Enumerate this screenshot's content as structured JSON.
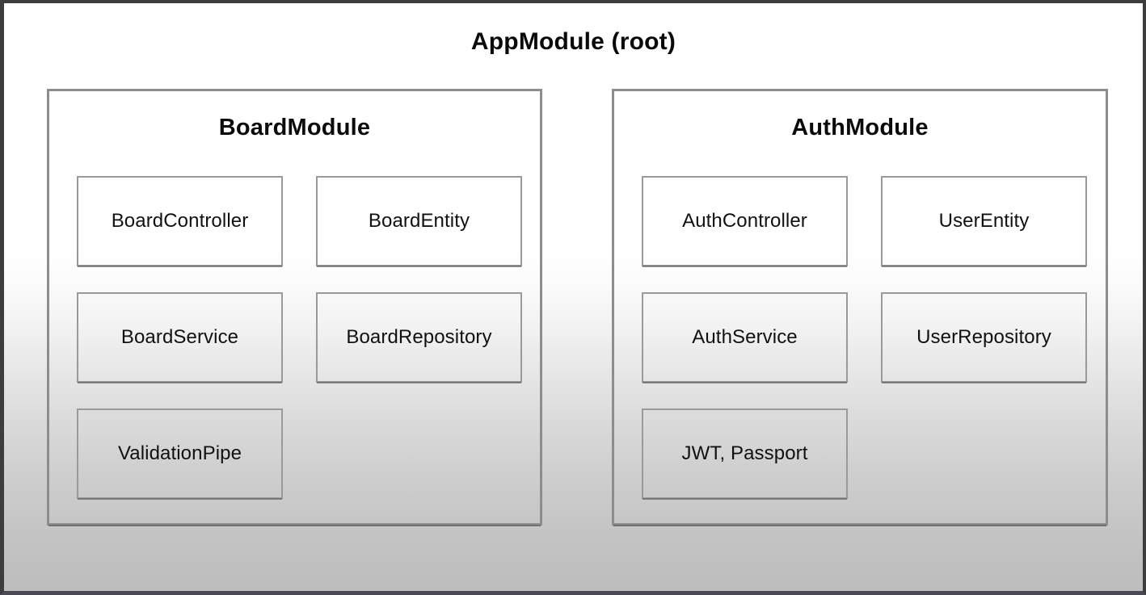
{
  "diagram": {
    "root_title": "AppModule (root)",
    "modules": [
      {
        "id": "board",
        "title": "BoardModule",
        "components": [
          {
            "label": "BoardController",
            "col": 1,
            "row": 1
          },
          {
            "label": "BoardEntity",
            "col": 2,
            "row": 1
          },
          {
            "label": "BoardService",
            "col": 1,
            "row": 2
          },
          {
            "label": "BoardRepository",
            "col": 2,
            "row": 2
          },
          {
            "label": "ValidationPipe",
            "col": 1,
            "row": 3
          }
        ]
      },
      {
        "id": "auth",
        "title": "AuthModule",
        "components": [
          {
            "label": "AuthController",
            "col": 1,
            "row": 1
          },
          {
            "label": "UserEntity",
            "col": 2,
            "row": 1
          },
          {
            "label": "AuthService",
            "col": 1,
            "row": 2
          },
          {
            "label": "UserRepository",
            "col": 2,
            "row": 2
          },
          {
            "label": "JWT, Passport",
            "col": 1,
            "row": 3
          }
        ]
      }
    ],
    "colors": {
      "frame_border": "#3d3d3d",
      "module_border": "#8d8d8d",
      "component_border": "#9a9a9a",
      "text": "#0b0b0b",
      "background_top": "#ffffff",
      "background_bottom": "#bdbdbd"
    }
  }
}
